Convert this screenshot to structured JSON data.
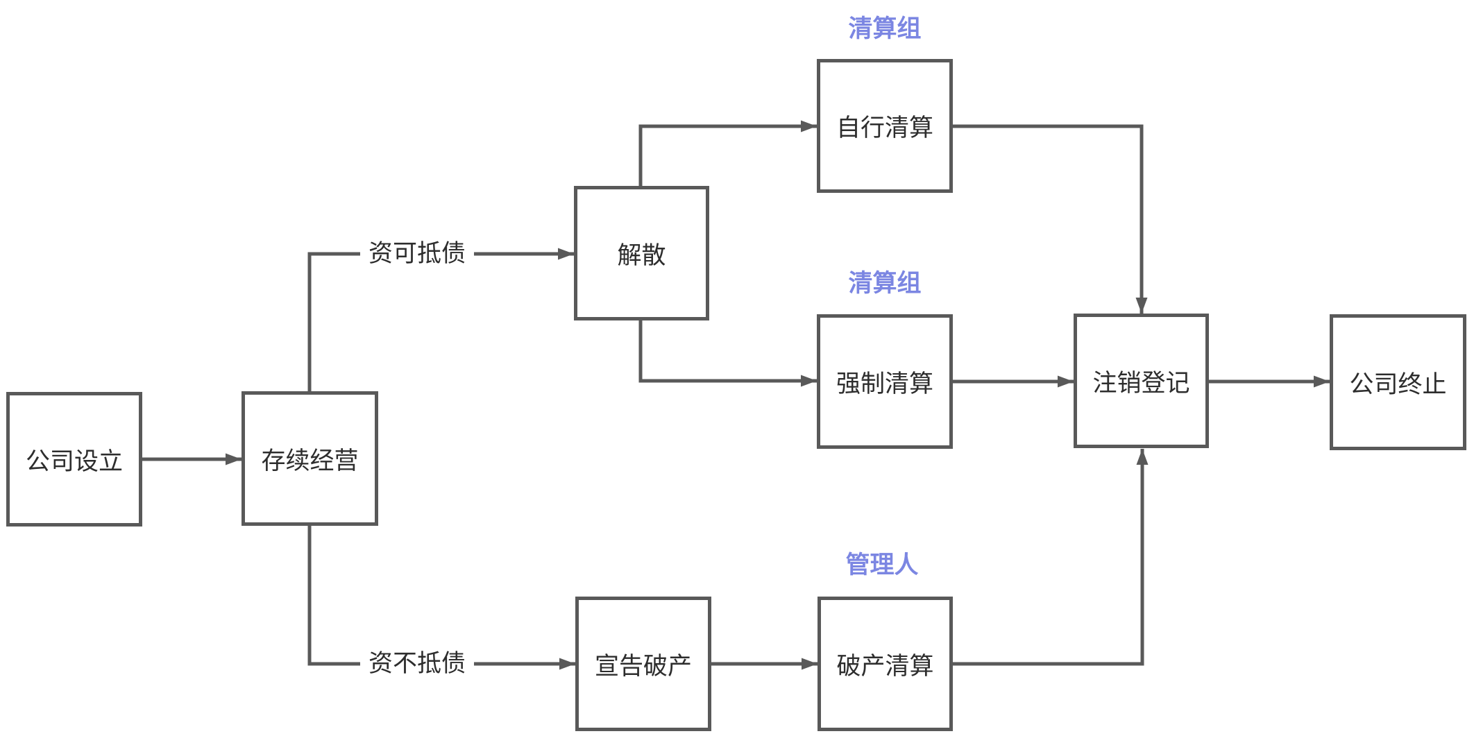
{
  "diagram": {
    "type": "flowchart",
    "language": "zh-CN",
    "nodes": [
      {
        "id": "company-establishment",
        "label": "公司设立"
      },
      {
        "id": "continuing-operation",
        "label": "存续经营"
      },
      {
        "id": "dissolution",
        "label": "解散"
      },
      {
        "id": "self-liquidation",
        "label": "自行清算"
      },
      {
        "id": "forced-liquidation",
        "label": "强制清算"
      },
      {
        "id": "bankruptcy-declaration",
        "label": "宣告破产"
      },
      {
        "id": "bankruptcy-liquidation",
        "label": "破产清算"
      },
      {
        "id": "deregistration",
        "label": "注销登记"
      },
      {
        "id": "company-termination",
        "label": "公司终止"
      }
    ],
    "edges": [
      {
        "from": "公司设立",
        "to": "存续经营",
        "label": ""
      },
      {
        "from": "存续经营",
        "to": "解散",
        "label": "资可抵债"
      },
      {
        "from": "存续经营",
        "to": "宣告破产",
        "label": "资不抵债"
      },
      {
        "from": "解散",
        "to": "自行清算",
        "label": ""
      },
      {
        "from": "解散",
        "to": "强制清算",
        "label": ""
      },
      {
        "from": "自行清算",
        "to": "注销登记",
        "label": ""
      },
      {
        "from": "强制清算",
        "to": "注销登记",
        "label": ""
      },
      {
        "from": "宣告破产",
        "to": "破产清算",
        "label": ""
      },
      {
        "from": "破产清算",
        "to": "注销登记",
        "label": ""
      },
      {
        "from": "注销登记",
        "to": "公司终止",
        "label": ""
      }
    ],
    "annotations": [
      {
        "text": "清算组",
        "attached_to": "自行清算"
      },
      {
        "text": "清算组",
        "attached_to": "强制清算"
      },
      {
        "text": "管理人",
        "attached_to": "破产清算"
      }
    ],
    "colors": {
      "line": "#595959",
      "node_border": "#595959",
      "node_text": "#2d2d2d",
      "annotation_blue": "#7b86e2",
      "background": "#ffffff"
    }
  }
}
